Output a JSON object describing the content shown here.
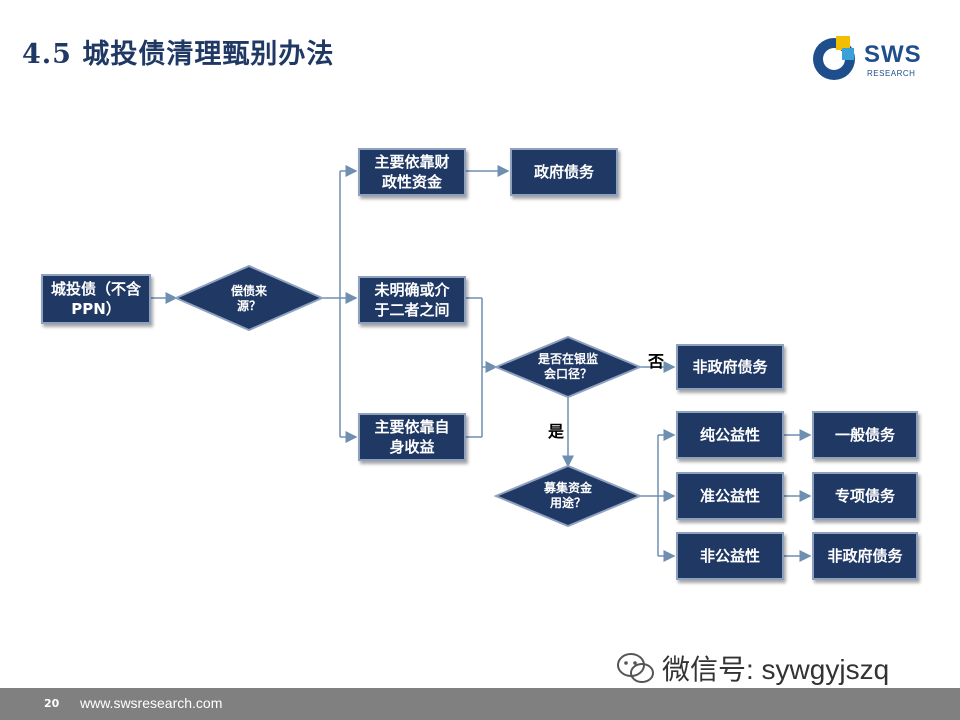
{
  "title": "4.5 城投债清理甄别办法",
  "logo": {
    "name": "SWS",
    "sub": "RESEARCH",
    "colors": [
      "#1f4e8c",
      "#f0c000",
      "#3aa0d8"
    ]
  },
  "colors": {
    "box_fill": "#1f3864",
    "box_border": "#8ea2c0",
    "connector": "#6f8fb0"
  },
  "nodes": {
    "start": "城投债（不含PPN）",
    "q_source": "偿债来源？",
    "fiscal": "主要依靠财政性资金",
    "gov_debt": "政府债务",
    "unclear": "未明确或介于二者之间",
    "own_income": "主要依靠自身收益",
    "q_cbrc": "是否在银监会口径？",
    "non_gov_1": "非政府债务",
    "q_usage": "募集资金用途？",
    "pure_public": "纯公益性",
    "general_debt": "一般债务",
    "quasi_public": "准公益性",
    "special_debt": "专项债务",
    "non_public": "非公益性",
    "non_gov_2": "非政府债务"
  },
  "labels": {
    "no": "否",
    "yes": "是"
  },
  "footer": {
    "page": "20",
    "url": "www.swsresearch.com"
  },
  "watermark": "微信号: sywgyjszq"
}
